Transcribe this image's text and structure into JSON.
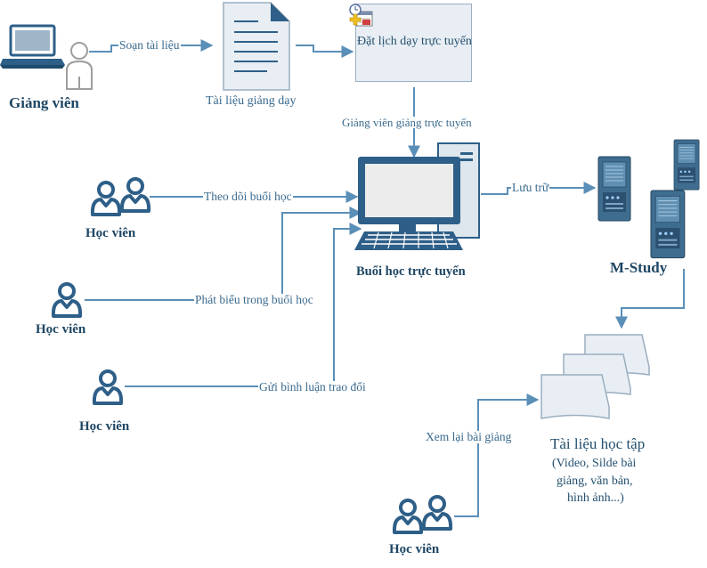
{
  "nodes": {
    "teacher": "Giảng viên",
    "teaching_docs": "Tài liệu giảng dạy",
    "schedule": "Đặt lịch dạy trực tuyến",
    "online_class": "Buổi học trực tuyến",
    "mstudy": "M-Study",
    "learning_materials": "Tài liệu học tập",
    "learning_materials_detail_1": "(Video, Silde bài",
    "learning_materials_detail_2": "giảng, văn bản,",
    "learning_materials_detail_3": "hình ảnh...)",
    "student_1": "Học viên",
    "student_2": "Học viên",
    "student_3": "Học viên",
    "student_4": "Học viên"
  },
  "edges": {
    "compose_docs": "Soạn tài liệu",
    "teach_online": "Giảng viên giảng trực tuyến",
    "store": "Lưu trữ",
    "follow_class": "Theo dõi buổi học",
    "speak_in_class": "Phát biểu trong buổi học",
    "send_comments": "Gửi bình luận trao đổi",
    "review_lecture": "Xem lại bài giảng"
  },
  "colors": {
    "line": "#5a8fb8",
    "person": "#2e5f88",
    "label": "#3a6a8e"
  }
}
